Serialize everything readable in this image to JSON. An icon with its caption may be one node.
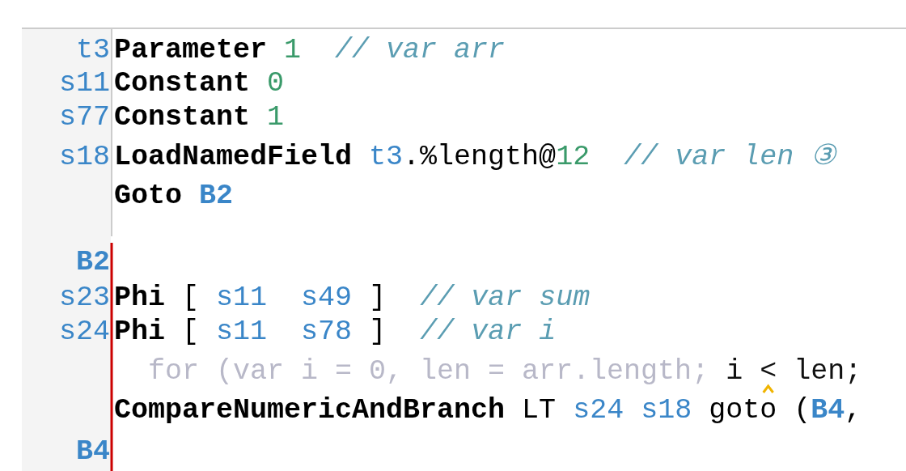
{
  "diagram": {
    "labels": [
      "t3",
      "Parameter",
      "1",
      "// var arr",
      "s11",
      "Constant",
      "0",
      "s77",
      "Constant",
      "1",
      "s18",
      "LoadNamedField",
      "t3",
      ".%length@",
      "12",
      "// var len ③",
      "Goto",
      "B2",
      "B2",
      "s23",
      "Phi",
      "[",
      "s11",
      "s49",
      "]",
      "// var sum",
      "s24",
      "Phi",
      "[",
      "s11",
      "s78",
      "]",
      "// var i",
      "for (var i = 0, len = arr.length;",
      "i < len;",
      "CompareNumericAndBranch",
      "LT",
      "s24",
      "s18",
      "goto",
      "(",
      "B4",
      ",",
      "B4"
    ]
  }
}
